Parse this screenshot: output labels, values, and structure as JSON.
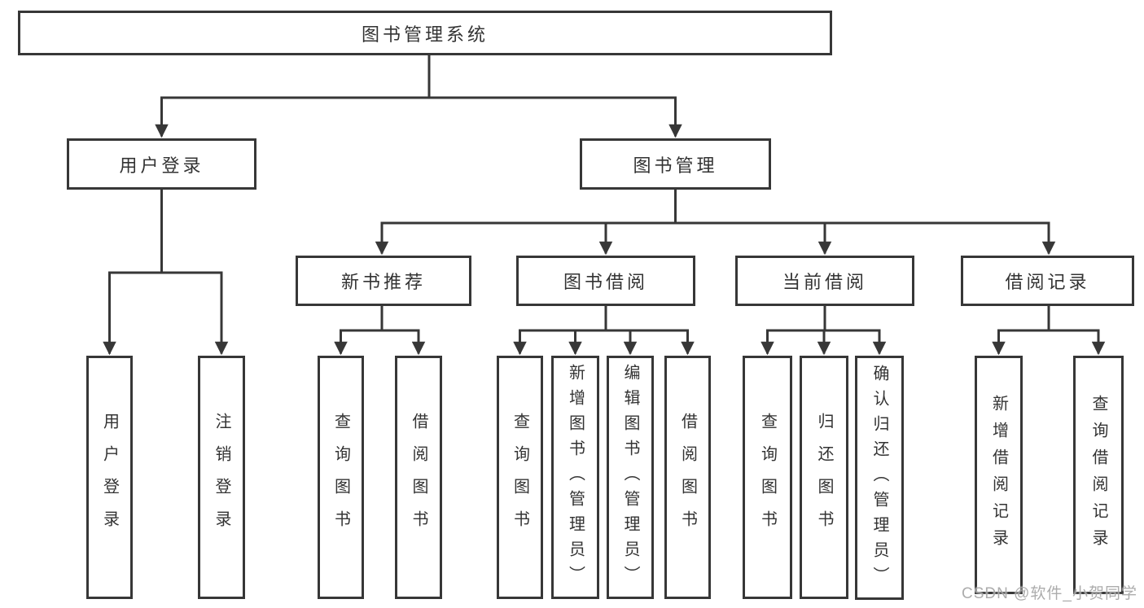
{
  "title": "图书管理系统",
  "level2": {
    "user_login": {
      "label": "用户登录",
      "children": [
        "用户登录",
        "注销登录"
      ]
    },
    "book_management": {
      "label": "图书管理"
    }
  },
  "level3": {
    "new_book_recommend": {
      "label": "新书推荐",
      "children": [
        "查询图书",
        "借阅图书"
      ]
    },
    "book_borrowing": {
      "label": "图书借阅",
      "children": [
        "查询图书",
        "新增图书（管理员）",
        "编辑图书（管理员）",
        "借阅图书"
      ]
    },
    "current_borrowing": {
      "label": "当前借阅",
      "children": [
        "查询图书",
        "归还图书",
        "确认归还（管理员）"
      ]
    },
    "borrowing_records": {
      "label": "借阅记录",
      "children": [
        "新增借阅记录",
        "查询借阅记录"
      ]
    }
  },
  "watermark": "CSDN @软件_小贺同学",
  "colors": {
    "line": "#373737",
    "text": "#333333",
    "box_background": "#ffffff",
    "watermark": "#9e9e9e"
  }
}
